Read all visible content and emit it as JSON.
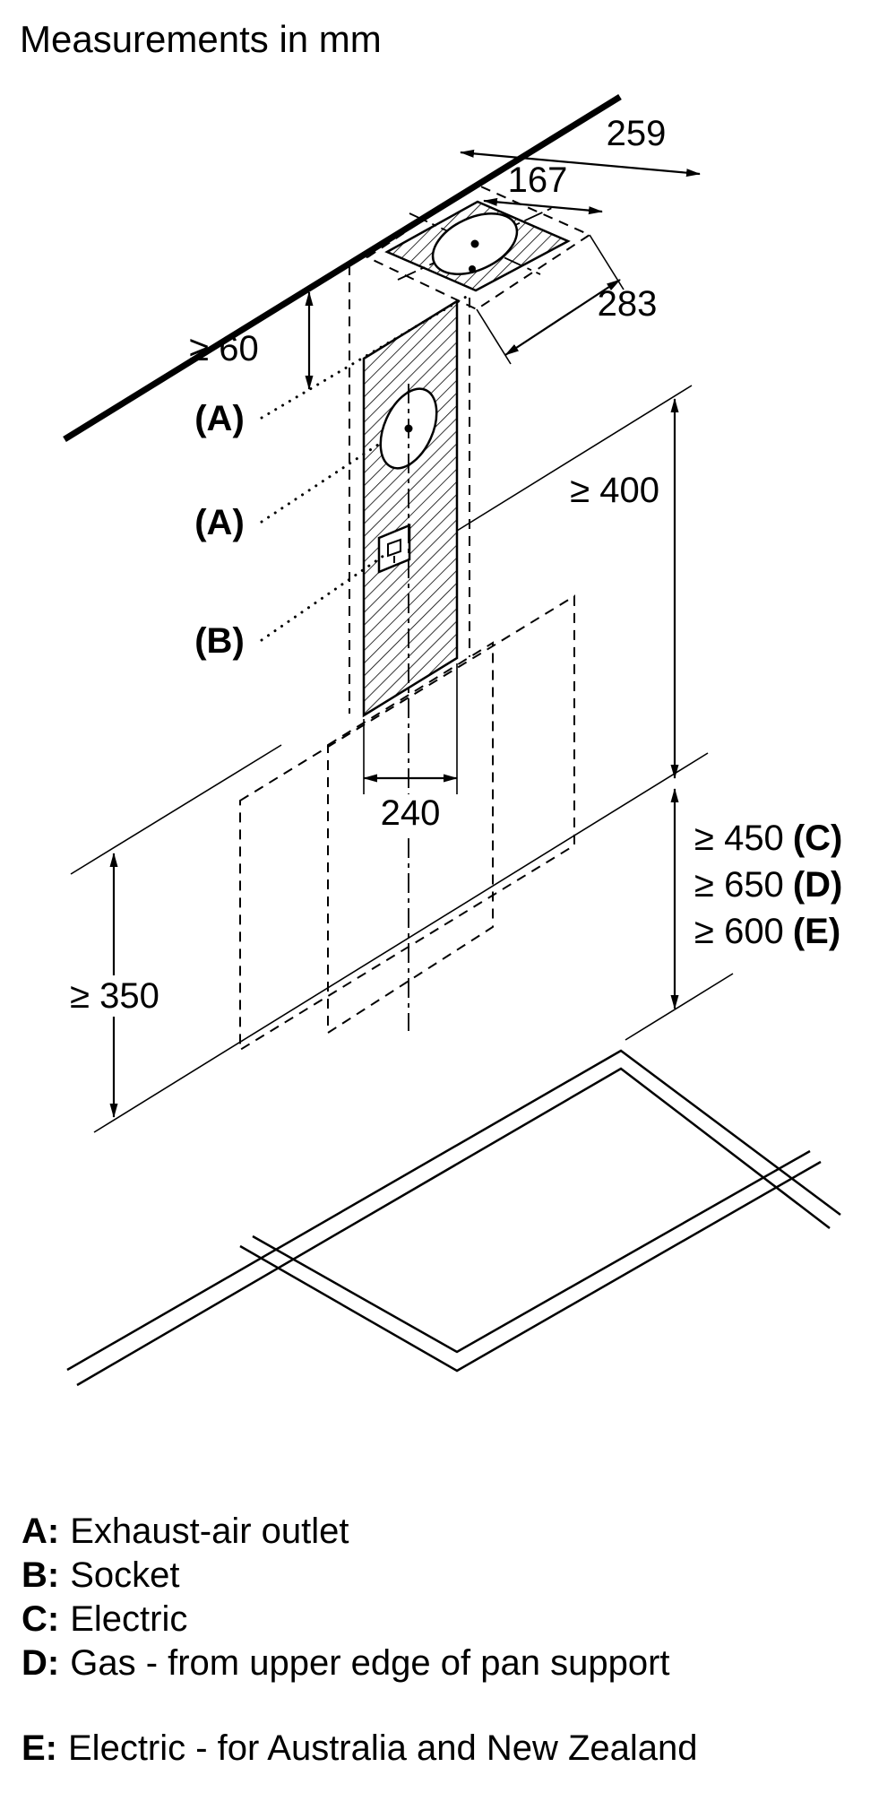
{
  "title": "Measurements in mm",
  "colors": {
    "ink": "#000000",
    "background": "#ffffff"
  },
  "dimensions": {
    "d259": "259",
    "d167": "167",
    "d283": "283",
    "d60": "≥ 60",
    "d400": "≥ 400",
    "d240": "240",
    "d350": "≥ 350",
    "clearances": {
      "electric": {
        "value": "≥ 450",
        "key": "(C)"
      },
      "gas": {
        "value": "≥ 650",
        "key": "(D)"
      },
      "electric_anz": {
        "value": "≥ 600",
        "key": "(E)"
      }
    }
  },
  "callouts": {
    "outlet_top": "(A)",
    "outlet_wall": "(A)",
    "socket": "(B)"
  },
  "legend": {
    "a": {
      "key": "A:",
      "text": "Exhaust-air outlet"
    },
    "b": {
      "key": "B:",
      "text": "Socket"
    },
    "c": {
      "key": "C:",
      "text": "Electric"
    },
    "d": {
      "key": "D:",
      "text": "Gas - from upper edge of pan support"
    },
    "e": {
      "key": "E:",
      "text": "Electric - for Australia and New Zealand"
    }
  }
}
